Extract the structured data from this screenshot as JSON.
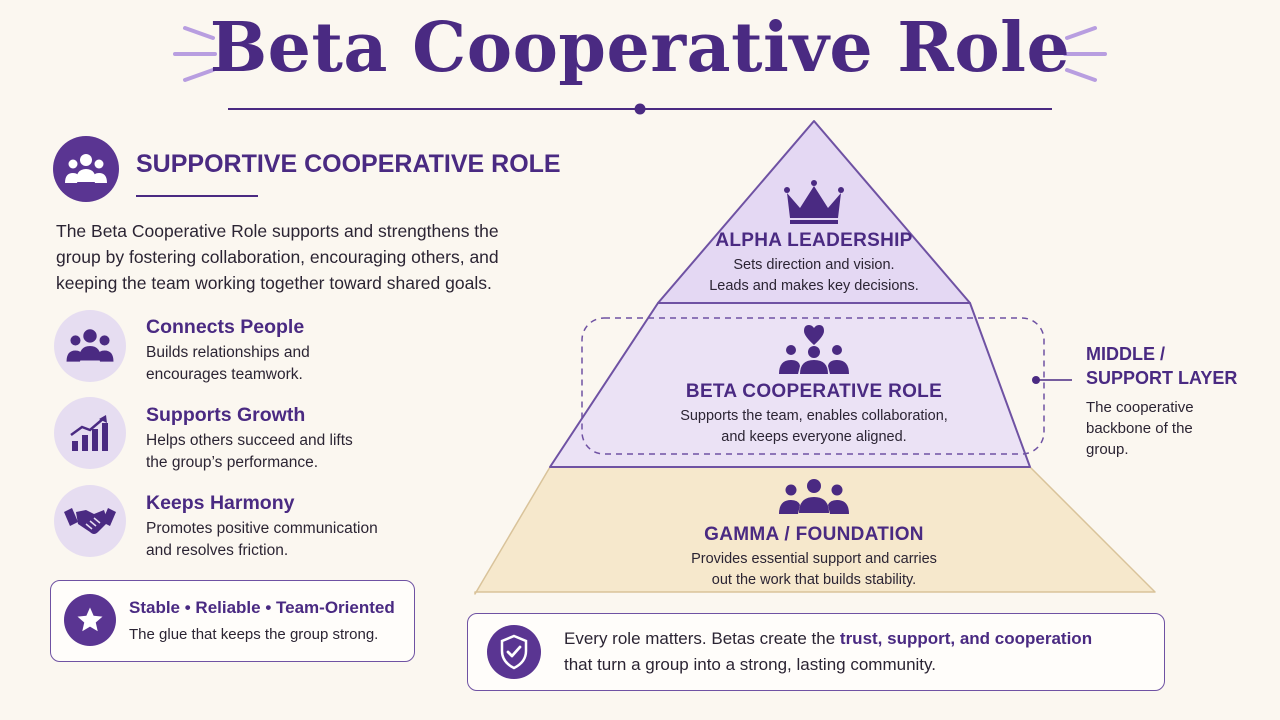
{
  "title": "Beta Cooperative Role",
  "section": {
    "heading": "SUPPORTIVE COOPERATIVE ROLE",
    "intro": "The Beta Cooperative Role supports and strengthens the group by fostering collaboration, encouraging others, and keeping the team working together toward shared goals."
  },
  "features": [
    {
      "icon": "people-group-icon",
      "title": "Connects People",
      "desc_line1": "Builds relationships and",
      "desc_line2": "encourages teamwork."
    },
    {
      "icon": "growth-chart-icon",
      "title": "Supports Growth",
      "desc_line1": "Helps others succeed and lifts",
      "desc_line2": "the group’s performance."
    },
    {
      "icon": "handshake-icon",
      "title": "Keeps Harmony",
      "desc_line1": "Promotes positive communication",
      "desc_line2": "and resolves friction."
    }
  ],
  "traits": {
    "title": "Stable • Reliable • Team-Oriented",
    "subtitle": "The glue that keeps the group strong."
  },
  "pyramid": {
    "alpha": {
      "title": "ALPHA LEADERSHIP",
      "line1": "Sets direction and vision.",
      "line2": "Leads and makes key decisions."
    },
    "beta": {
      "title": "BETA COOPERATIVE ROLE",
      "line1": "Supports the team, enables collaboration,",
      "line2": "and keeps everyone aligned."
    },
    "gamma": {
      "title": "GAMMA / FOUNDATION",
      "line1": "Provides essential support and carries",
      "line2": "out the work that builds stability."
    }
  },
  "side_label": {
    "line1": "MIDDLE /",
    "line2": "SUPPORT LAYER",
    "desc1": "The cooperative",
    "desc2": "backbone of the",
    "desc3": "group."
  },
  "footer": {
    "prefix_line1": "Every role matters. Betas create the",
    "highlight": "trust, support, and cooperation",
    "line2": "that turn a group into a strong, lasting community."
  },
  "colors": {
    "accent": "#4a2a82",
    "pyramid_lavender": "#ebe2f5",
    "pyramid_sand": "#f6e8cc",
    "background": "#fbf7f0"
  }
}
